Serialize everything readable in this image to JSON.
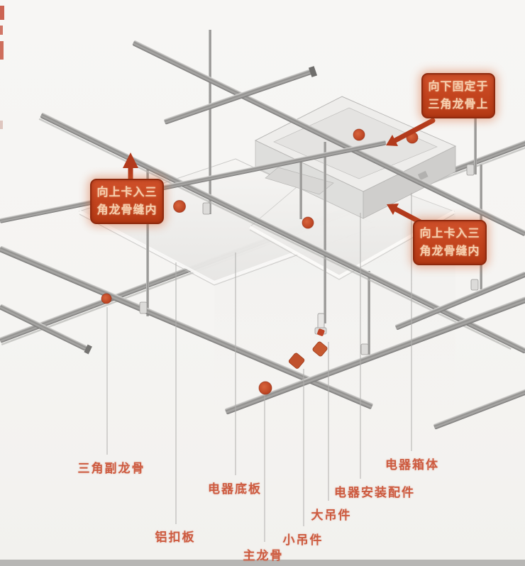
{
  "diagram": {
    "subject": "aluminum-panel-suspended-ceiling-installation",
    "callouts": [
      {
        "id": "fix-down-on-triangle-keel",
        "text": "向下固定于三角龙骨上"
      },
      {
        "id": "clip-up-into-keel-seam-left",
        "text": "向上卡入三角龙骨缝内"
      },
      {
        "id": "clip-up-into-keel-seam-right",
        "text": "向上卡入三角龙骨缝内"
      }
    ],
    "part_labels": [
      {
        "id": "triangle-sub-keel",
        "text": "三角副龙骨"
      },
      {
        "id": "aluminum-gusset-panel",
        "text": "铝扣板"
      },
      {
        "id": "appliance-base-plate",
        "text": "电器底板"
      },
      {
        "id": "main-keel",
        "text": "主龙骨"
      },
      {
        "id": "small-hanger-piece",
        "text": "小吊件"
      },
      {
        "id": "large-hanger-piece",
        "text": "大吊件"
      },
      {
        "id": "appliance-mounting-parts",
        "text": "电器安装配件"
      },
      {
        "id": "appliance-box",
        "text": "电器箱体"
      }
    ],
    "colors": {
      "callout_background": "#c2431d",
      "callout_border": "#8f2a0e",
      "callout_text": "#f6cfae",
      "label_text": "#cd5b40",
      "marker_dot": "#c54a2b",
      "arrow": "#b23a1c",
      "metal_keel": "#9b9a98",
      "background": "#f5f4f2"
    }
  }
}
